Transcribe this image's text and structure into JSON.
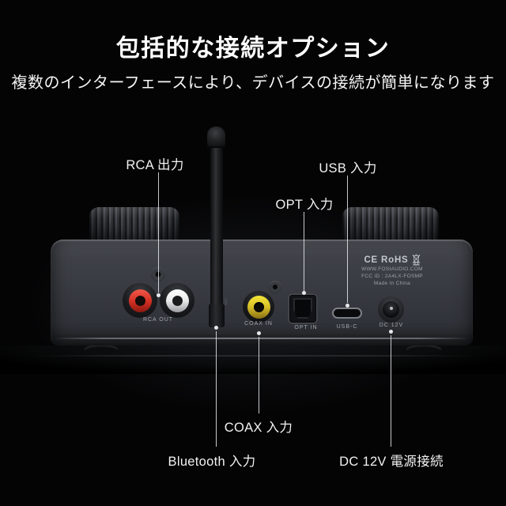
{
  "header": {
    "title": "包括的な接続オプション",
    "subtitle": "複数のインターフェースにより、デバイスの接続が簡単になります"
  },
  "callouts": {
    "rca": "RCA 出力",
    "usb": "USB 入力",
    "opt": "OPT 入力",
    "coax": "COAX 入力",
    "bluetooth": "Bluetooth 入力",
    "dc": "DC 12V 電源接続"
  },
  "device": {
    "panel_prints": {
      "rca_out": "RCA OUT",
      "coax_in": "COAX IN",
      "opt_in": "OPT IN",
      "usb_c": "USB-C",
      "dc_12v": "DC 12V"
    },
    "certification": {
      "marks": "CE RoHS",
      "website": "WWW.FOSIAUDIO.COM",
      "fcc_id": "FCC ID : 2A4LX-FOSMP",
      "origin": "Made In China"
    },
    "icons": {
      "weee": "weee-crossed-bin-icon",
      "bluetooth": "bluetooth-logo-icon"
    },
    "colors": {
      "background": "#040405",
      "body_gray": "#3a3d43",
      "rca_left_red": "#d63125",
      "rca_right_white": "#e9e9e9",
      "coax_yellow": "#d9c028",
      "label_white": "#f2f2f2"
    }
  }
}
